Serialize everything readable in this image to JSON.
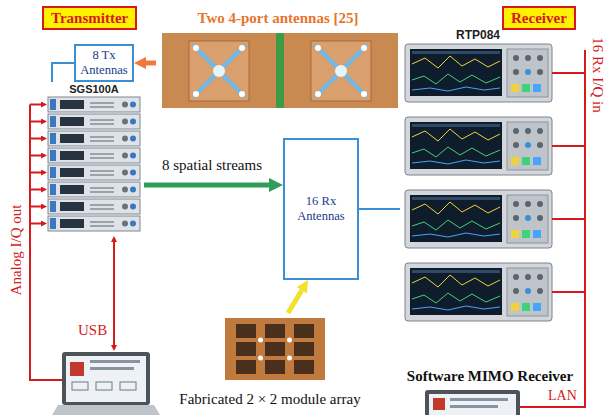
{
  "diagram": {
    "nodes": [
      {
        "text": [
          "Transmitter"
        ]
      },
      {
        "text": [
          "Two 4-port antennas [25]"
        ]
      },
      {
        "text": [
          "Receiver"
        ]
      },
      {
        "text": [
          "8 Tx Antennas"
        ]
      },
      {
        "text": [
          "SGS100A"
        ]
      },
      {
        "text": [
          "RTP084"
        ]
      },
      {
        "text": [
          "16 Rx Antennas"
        ]
      },
      {
        "text": [
          "Fabricated 2 × 2 module array"
        ]
      }
    ],
    "edges": [
      {
        "from": 1,
        "to": 3,
        "arrow": "to"
      },
      {
        "from": 4,
        "to": 6,
        "label": "8 spatial streams",
        "arrow": "to"
      },
      {
        "from": 4,
        "to": 3,
        "arrow": "none"
      },
      {
        "from": 6,
        "to": 5,
        "arrow": "none"
      },
      {
        "from": 7,
        "to": 6,
        "arrow": "to"
      }
    ],
    "labels": [
      "Analog I/Q out",
      "USB",
      "16 Rx I/Q in",
      "Software MIMO Receiver",
      "LAN"
    ]
  }
}
